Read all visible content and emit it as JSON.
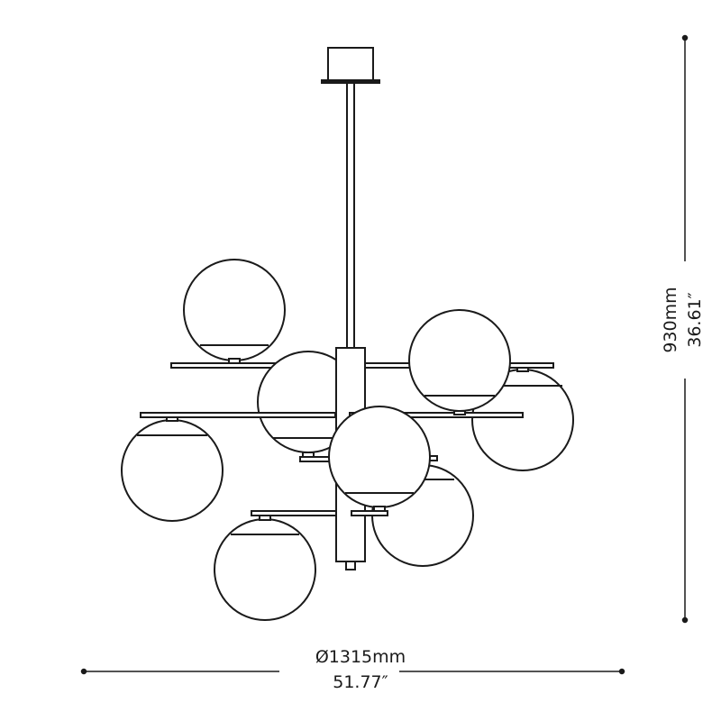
{
  "dimensions": {
    "width_mm": "Ø1315mm",
    "width_in": "51.77″",
    "height_mm": "930mm",
    "height_in": "36.61″"
  },
  "colors": {
    "line": "#1a1a1a",
    "background": "#ffffff"
  },
  "drawing": {
    "subject": "pendant chandelier with 8 globe shades",
    "globe_count": 8
  }
}
